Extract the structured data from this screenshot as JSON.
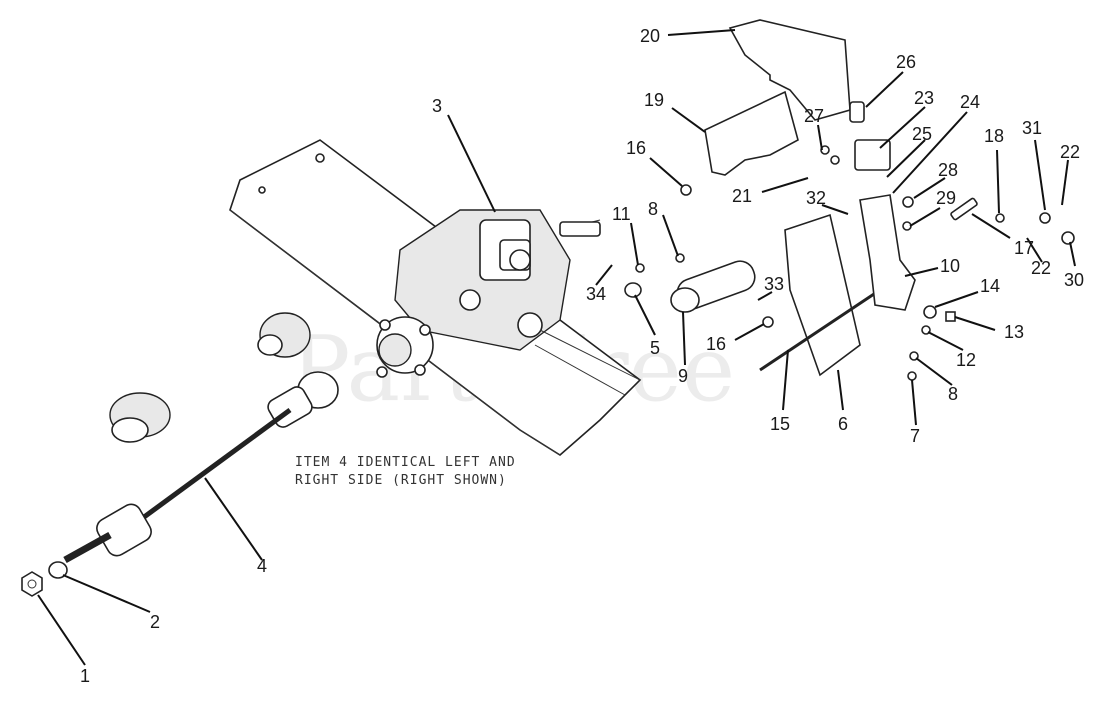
{
  "watermark": "PartsTree",
  "note_line_1": "ITEM 4 IDENTICAL LEFT AND",
  "note_line_2": "RIGHT SIDE (RIGHT SHOWN)",
  "callouts": [
    "1",
    "2",
    "3",
    "4",
    "5",
    "6",
    "7",
    "8",
    "8",
    "9",
    "10",
    "11",
    "12",
    "13",
    "14",
    "15",
    "16",
    "16",
    "17",
    "18",
    "19",
    "20",
    "21",
    "22",
    "22",
    "23",
    "24",
    "25",
    "26",
    "27",
    "28",
    "29",
    "30",
    "31",
    "32",
    "33",
    "34"
  ]
}
